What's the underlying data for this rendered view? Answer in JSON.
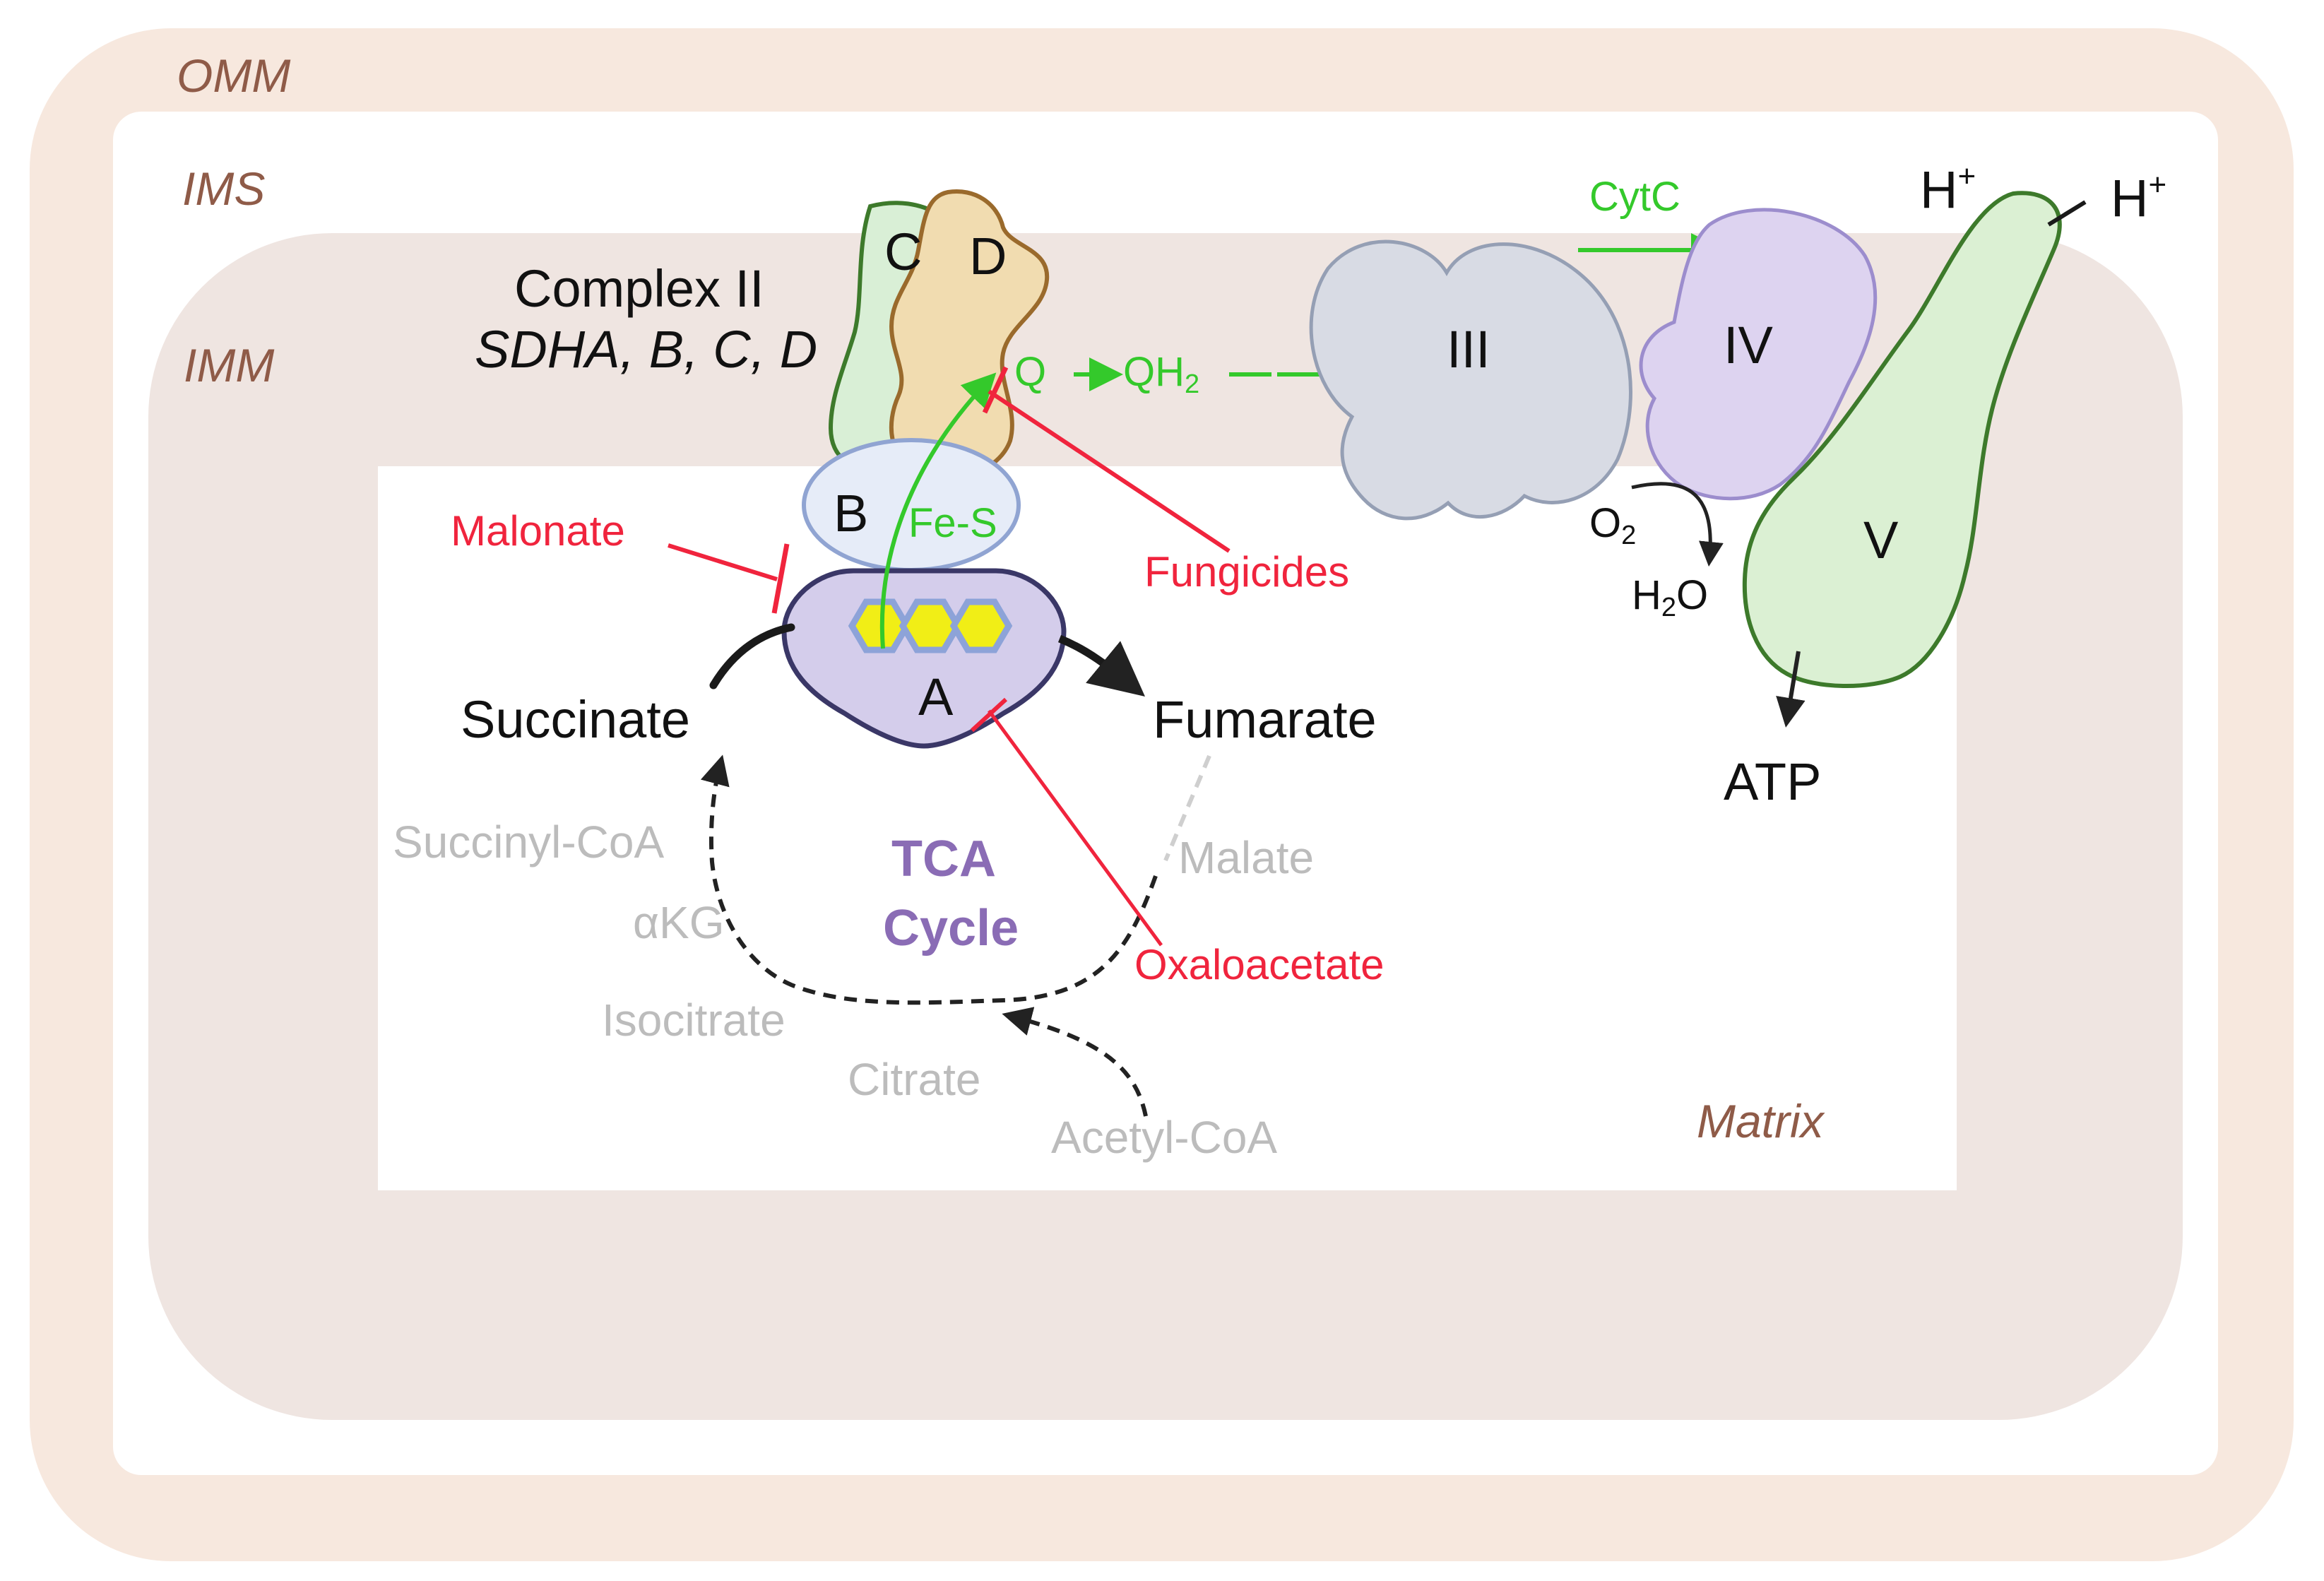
{
  "colors": {
    "omm": "#f7e8de",
    "ims": "#ffffff",
    "imm": "#efe5e1",
    "matrix": "#ffffff",
    "region_label": "#8f5b48",
    "electron_flow": "#34c92b",
    "inhibitor": "#f0243d",
    "tca_metabolite": "#bcbcbc",
    "tca_title": "#8a6cb5",
    "text": "#111111",
    "subunit_c": "#d9efd6",
    "subunit_d": "#f1dcb0",
    "subunit_b": "#e6ecf8",
    "subunit_a": "#d4cdeb",
    "heme": "#f1ee16",
    "complex_iii": "#d8dbe4",
    "complex_iv": "#ddd3f0",
    "complex_v": "#dbf0d3"
  },
  "regions": {
    "omm": "OMM",
    "ims": "IMS",
    "imm": "IMM",
    "matrix": "Matrix"
  },
  "complex_ii": {
    "title": "Complex II",
    "genes": "SDHA, B, C, D",
    "subunits": {
      "a": "A",
      "b": "B",
      "c": "C",
      "d": "D"
    },
    "cofactor": "Fe-S"
  },
  "electron_transport": {
    "q": "Q",
    "qh2_base": "QH",
    "qh2_sub": "2",
    "cytc": "CytC",
    "complex_iii": "III",
    "complex_iv": "IV",
    "complex_v": "V"
  },
  "protons": {
    "h_left": "H",
    "h_left_sup": "+",
    "h_right": "H",
    "h_right_sup": "+"
  },
  "water": {
    "o2_base": "O",
    "o2_sub": "2",
    "h2o_h": "H",
    "h2o_sub": "2",
    "h2o_o": "O"
  },
  "atp": "ATP",
  "metabolites": {
    "succinate": "Succinate",
    "fumarate": "Fumarate"
  },
  "tca": {
    "title_line1": "TCA",
    "title_line2": "Cycle",
    "succinyl_coa": "Succinyl-CoA",
    "akg": "αKG",
    "isocitrate": "Isocitrate",
    "citrate": "Citrate",
    "acetyl_coa": "Acetyl-CoA",
    "malate": "Malate"
  },
  "inhibitors": {
    "malonate": "Malonate",
    "fungicides": "Fungicides",
    "oxaloacetate": "Oxaloacetate"
  }
}
